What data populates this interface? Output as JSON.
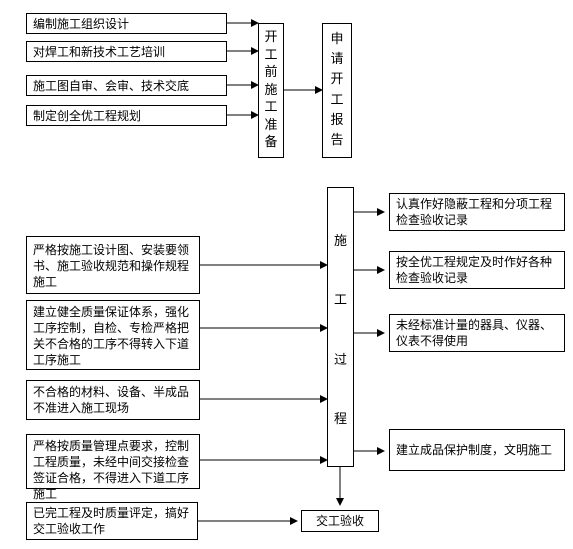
{
  "prep": {
    "items": [
      "编制施工组织设计",
      "对焊工和新技术工艺培训",
      "施工图自审、会审、技术交底",
      "制定创全优工程规划"
    ],
    "center_chars": [
      "开",
      "工",
      "前",
      "施",
      "工",
      "准",
      "备"
    ],
    "report_chars": [
      "申",
      "请",
      "开",
      "工",
      "报",
      "告"
    ]
  },
  "process": {
    "center_chars": [
      "施",
      "工",
      "过",
      "程"
    ],
    "left_items": [
      "严格按施工设计图、安装要领书、施工验收规范和操作规程施工",
      "建立健全质量保证体系，强化工序控制，自检、专检严格把关不合格的工序不得转入下道工序施工",
      "不合格的材料、设备、半成品不准进入施工现场",
      "严格按质量管理点要求，控制工程质量，未经中间交接检查签证合格，不得进入下道工序施工"
    ],
    "right_items": [
      "认真作好隐蔽工程和分项工程检查验收记录",
      "按全优工程规定及时作好各种检查验收记录",
      "未经标准计量的器具、仪器、仪表不得使用",
      "建立成品保护制度，文明施工"
    ]
  },
  "final": {
    "left_item": "已完工程及时质量评定，搞好交工验收工作",
    "acceptance": "交工验收"
  }
}
